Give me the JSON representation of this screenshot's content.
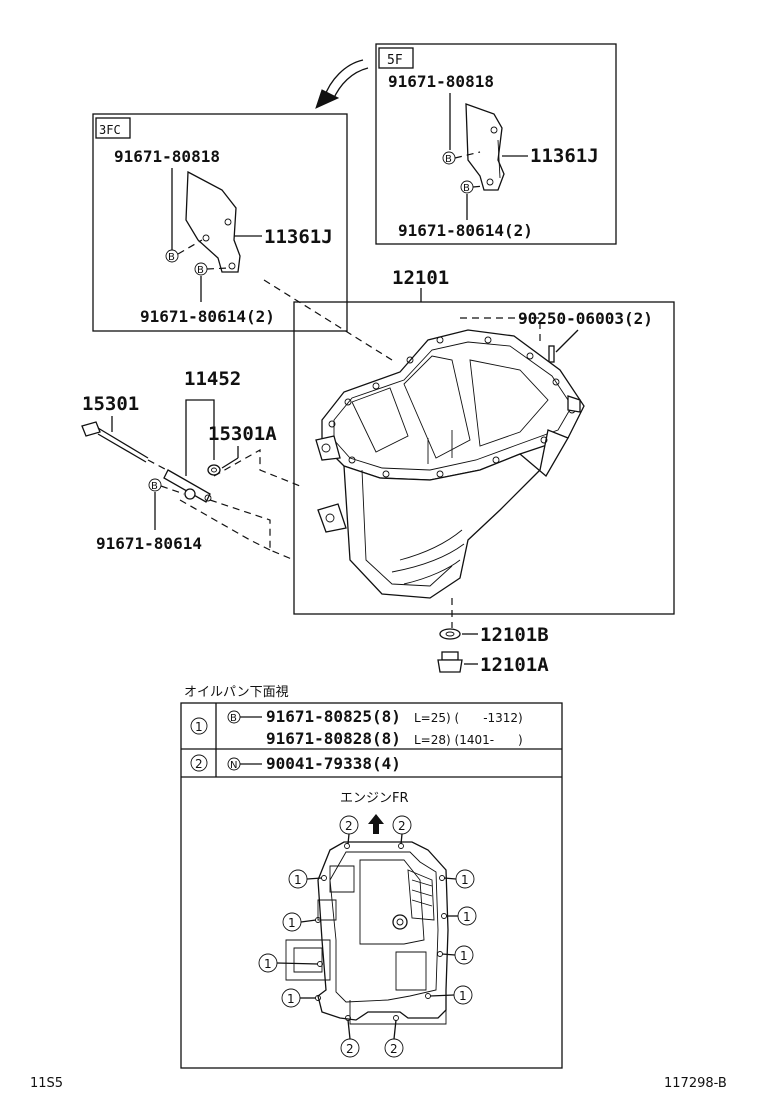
{
  "callouts": {
    "inset_5f": {
      "tag": "5F",
      "bolt_top": "91671-80818",
      "cover": "11361J",
      "bolt_bottom": "91671-80614(2)"
    },
    "inset_3fc": {
      "tag": "3FC",
      "bolt_top": "91671-80818",
      "cover": "11361J",
      "bolt_bottom": "91671-80614(2)"
    },
    "oil_pan": "12101",
    "stud": "90250-06003(2)",
    "gauge_guide": "11452",
    "dipstick": "15301",
    "ring": "15301A",
    "guide_bolt": "91671-80614",
    "gasket": "12101B",
    "drain_plug": "12101A"
  },
  "marker_letters": {
    "b": "B",
    "n": "N"
  },
  "bottom_view": {
    "title": "オイルパン下面視",
    "rows": [
      {
        "num": "1",
        "marker": "B",
        "lines": [
          {
            "part": "91671-80825(8)",
            "spec": "L=25) (　　-1312)"
          },
          {
            "part": "91671-80828(8)",
            "spec": "L=28) (1401-　　)"
          }
        ]
      },
      {
        "num": "2",
        "marker": "N",
        "lines": [
          {
            "part": "90041-79338(4)",
            "spec": ""
          }
        ]
      }
    ],
    "direction_label": "エンジンFR",
    "callout_numbers": {
      "top_left": "2",
      "top_right": "2",
      "left_1": "1",
      "left_2": "1",
      "left_3": "1",
      "left_4": "1",
      "right_1": "1",
      "right_2": "1",
      "right_3": "1",
      "right_4": "1",
      "bottom_left": "2",
      "bottom_right": "2"
    }
  },
  "footer": {
    "left": "11S5",
    "right": "117298-B"
  }
}
